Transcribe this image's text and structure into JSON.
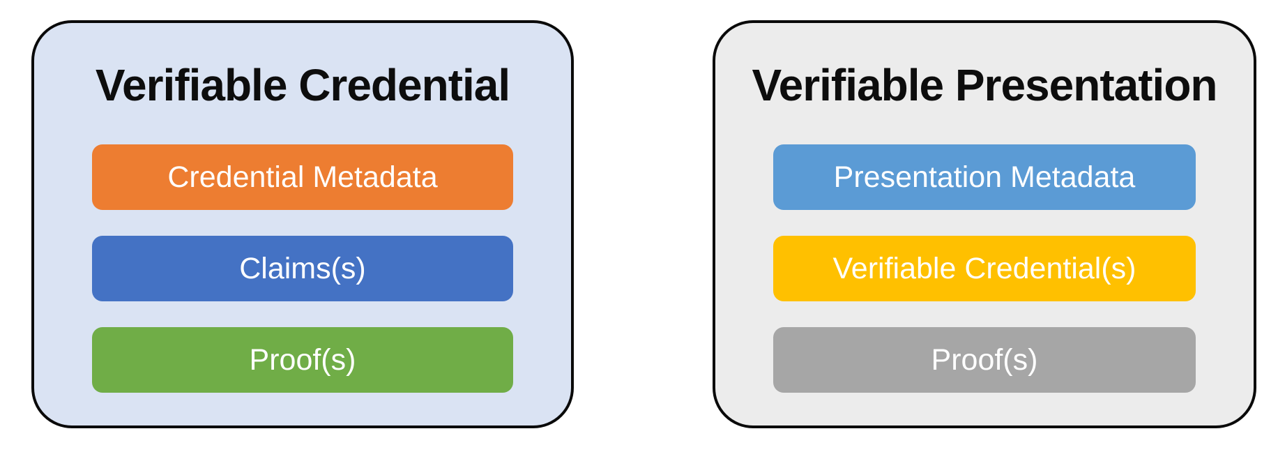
{
  "diagram": {
    "background_color": "#ffffff",
    "border_color": "#0a0a0a",
    "bar_text_color": "#ffffff",
    "title_text_color": "#0d0d0d",
    "panels": [
      {
        "title": "Verifiable Credential",
        "background": "#dae3f3",
        "items": [
          {
            "label": "Credential Metadata",
            "color": "#ed7d31"
          },
          {
            "label": "Claims(s)",
            "color": "#4472c4"
          },
          {
            "label": "Proof(s)",
            "color": "#70ad47"
          }
        ]
      },
      {
        "title": "Verifiable Presentation",
        "background": "#ececec",
        "items": [
          {
            "label": "Presentation Metadata",
            "color": "#5b9bd5"
          },
          {
            "label": "Verifiable Credential(s)",
            "color": "#ffc000"
          },
          {
            "label": "Proof(s)",
            "color": "#a6a6a6"
          }
        ]
      }
    ]
  }
}
